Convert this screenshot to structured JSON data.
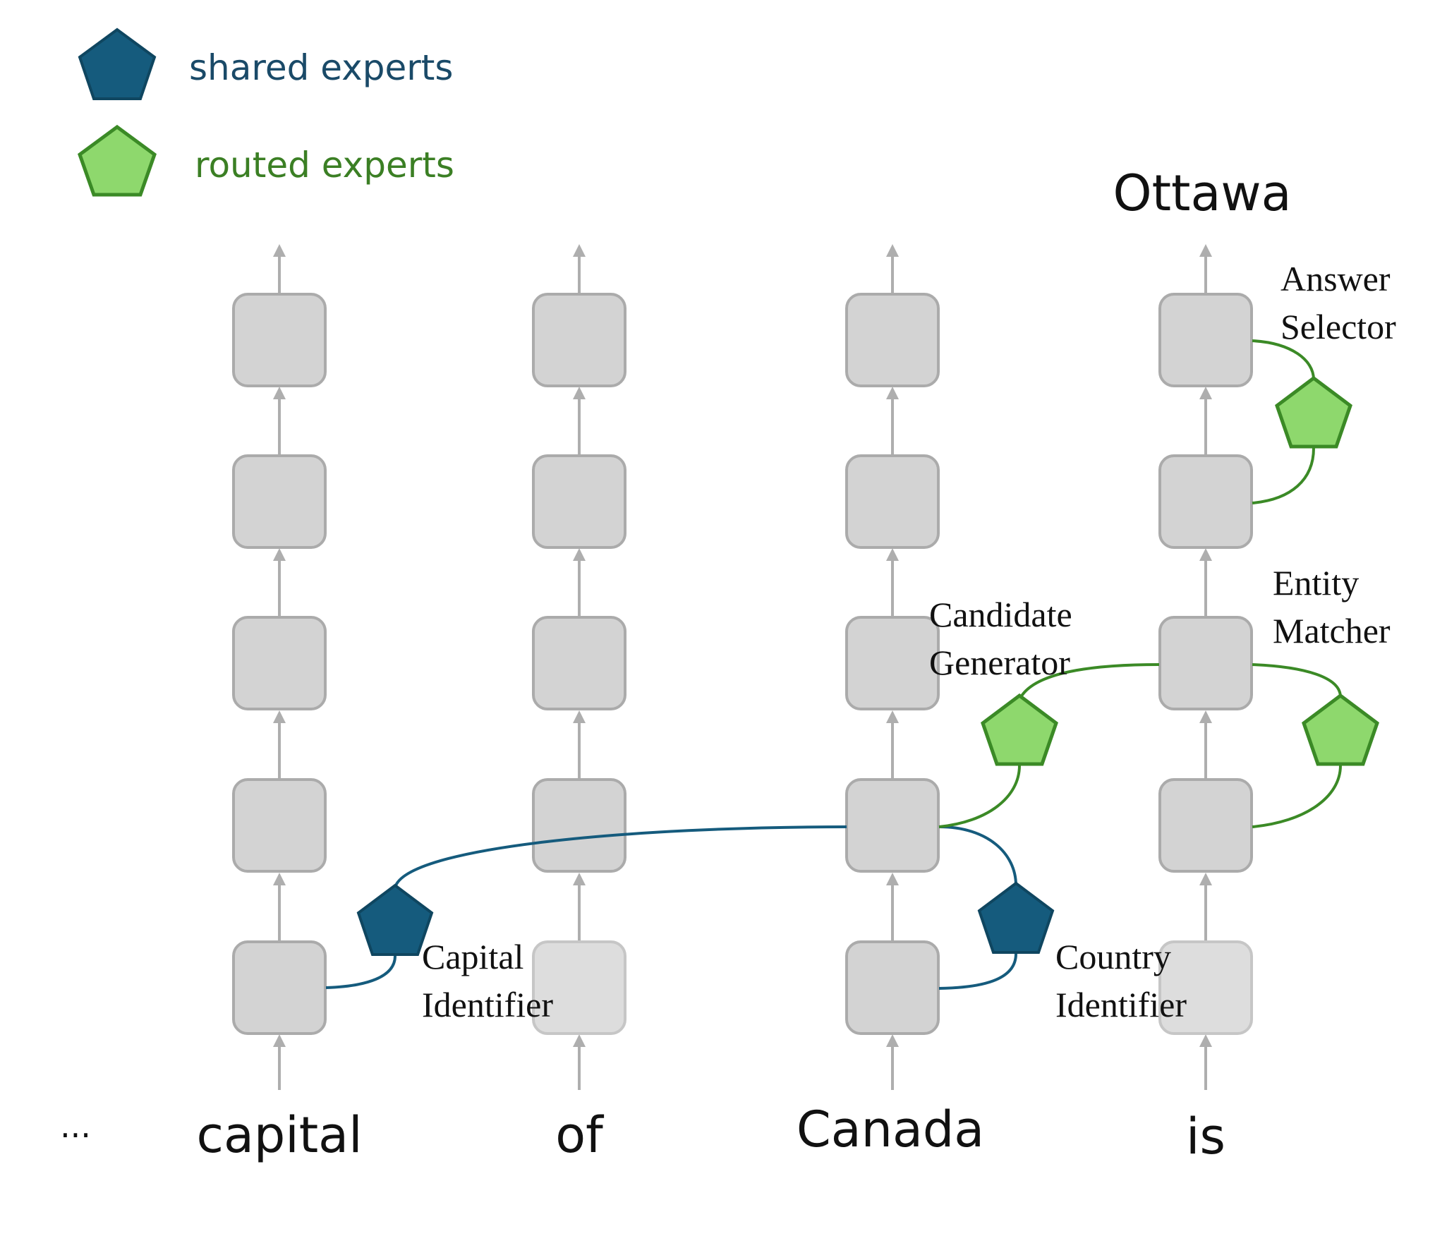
{
  "legend": {
    "shared": {
      "label": "shared experts",
      "color": "#155b7d",
      "text_color": "#1a4a68"
    },
    "routed": {
      "label": "routed experts",
      "color": "#8ed86d",
      "stroke": "#3b8a26",
      "text_color": "#3b7f24"
    }
  },
  "tokens": [
    "...",
    "capital",
    "of",
    "Canada",
    "is"
  ],
  "output_token": "Ottawa",
  "experts": {
    "capital_identifier": [
      "Capital",
      "Identifier"
    ],
    "country_identifier": [
      "Country",
      "Identifier"
    ],
    "candidate_generator": [
      "Candidate",
      "Generator"
    ],
    "entity_matcher": [
      "Entity",
      "Matcher"
    ],
    "answer_selector": [
      "Answer",
      "Selector"
    ]
  },
  "colors": {
    "node_fill": "#d3d3d3",
    "node_stroke": "#ababab",
    "arrow": "#aeaeae",
    "shared_line": "#155b7d",
    "routed_line": "#3b8a26"
  }
}
